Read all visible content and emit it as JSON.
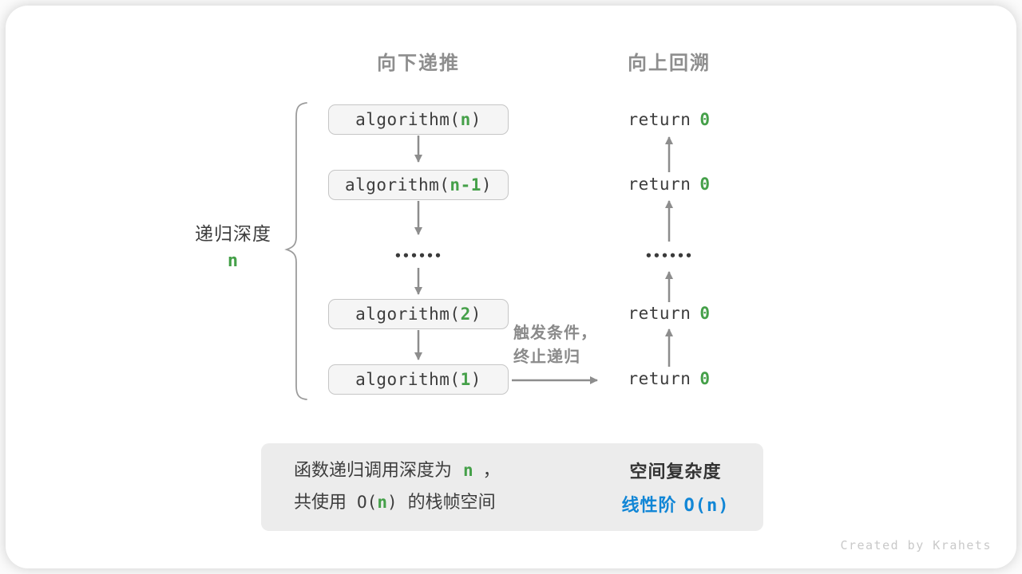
{
  "colors": {
    "accent_green": "#45a049",
    "accent_blue": "#1186d6",
    "arrow_gray": "#8d8d8d",
    "heading_gray": "#8e8e8e",
    "box_fill": "#f5f5f5",
    "summary_fill": "#ececec"
  },
  "headings": {
    "recurse": "向下递推",
    "backtrack": "向上回溯"
  },
  "depth_brace": {
    "label": "递归深度",
    "value": "n"
  },
  "recurse_column": {
    "calls": [
      {
        "fn": "algorithm(",
        "arg": "n",
        "close": ")"
      },
      {
        "fn": "algorithm(",
        "arg": "n-1",
        "close": ")"
      },
      {
        "fn": "algorithm(",
        "arg": "2",
        "close": ")"
      },
      {
        "fn": "algorithm(",
        "arg": "1",
        "close": ")"
      }
    ],
    "ellipsis": "••••••"
  },
  "backtrack_column": {
    "returns": [
      {
        "keyword": "return",
        "value": "0"
      },
      {
        "keyword": "return",
        "value": "0"
      },
      {
        "keyword": "return",
        "value": "0"
      },
      {
        "keyword": "return",
        "value": "0"
      }
    ],
    "ellipsis": "••••••"
  },
  "base_case_note": {
    "line1": "触发条件，",
    "line2": "终止递归"
  },
  "summary": {
    "left_line1": {
      "text": "函数递归调用深度为",
      "variable": "n",
      "punctuation": "，"
    },
    "left_line2": {
      "text1": "共使用",
      "big_o_open": "O(",
      "variable": "n",
      "big_o_close": ")",
      "text2": "的栈帧空间"
    },
    "right": {
      "title": "空间复杂度",
      "value_label": "线性阶",
      "value_big_o": "O(n)"
    }
  },
  "watermark": "Created by Krahets"
}
